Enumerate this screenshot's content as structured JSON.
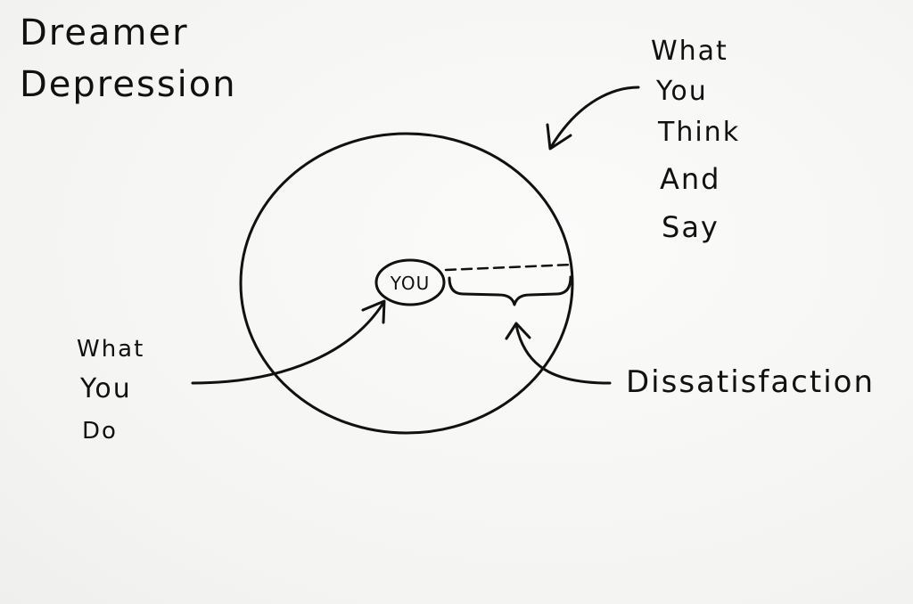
{
  "title": {
    "line1": "Dreamer",
    "line2": "Depression"
  },
  "outer_label": [
    "What",
    "You",
    "Think",
    "And",
    "Say"
  ],
  "inner_label": "YOU",
  "left_label": [
    "What",
    "You",
    "Do"
  ],
  "gap_label": "Dissatisfaction",
  "ink_color": "#111111"
}
